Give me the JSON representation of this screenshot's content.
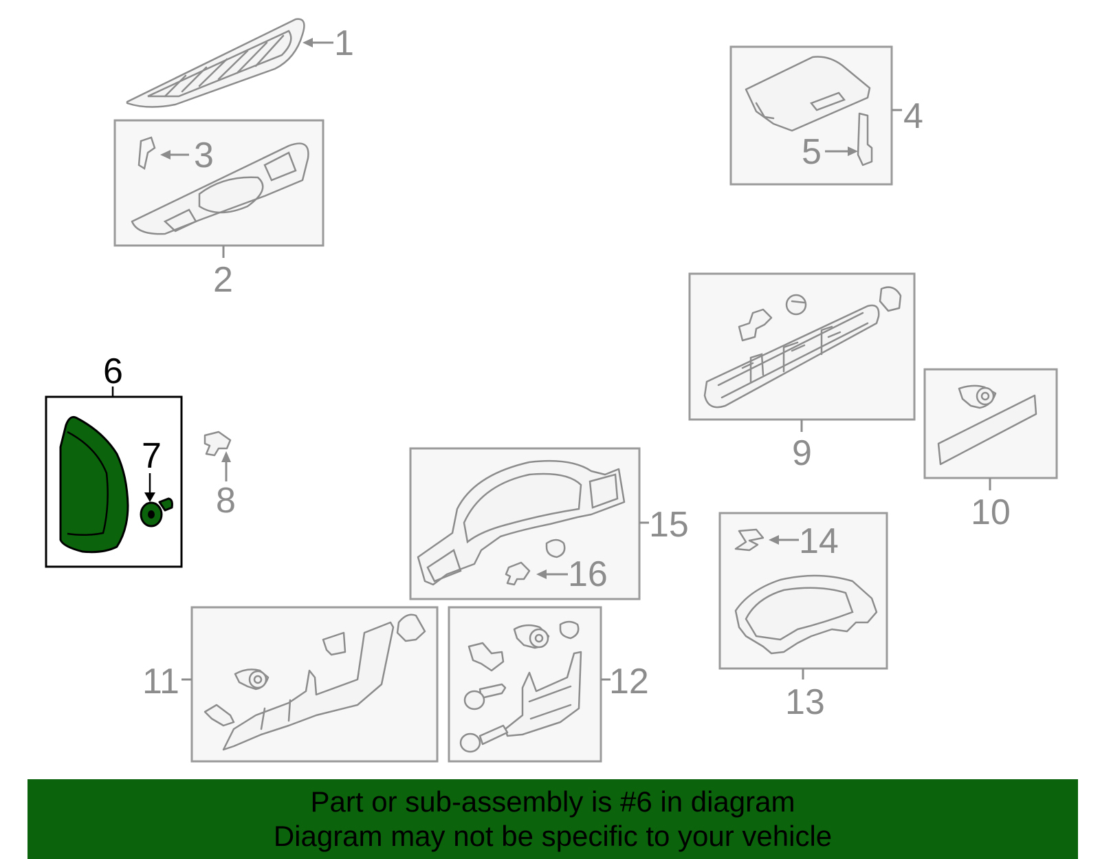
{
  "callouts": {
    "c1": "1",
    "c2": "2",
    "c3": "3",
    "c4": "4",
    "c5": "5",
    "c6": "6",
    "c7": "7",
    "c8": "8",
    "c9": "9",
    "c10": "10",
    "c11": "11",
    "c12": "12",
    "c13": "13",
    "c14": "14",
    "c15": "15",
    "c16": "16"
  },
  "highlight": {
    "part": "6",
    "color": "#0b640b"
  },
  "footer": {
    "line1": "Part or sub-assembly is #6 in diagram",
    "line2": "Diagram may not be specific to your vehicle",
    "background_color": "#0b640b"
  }
}
